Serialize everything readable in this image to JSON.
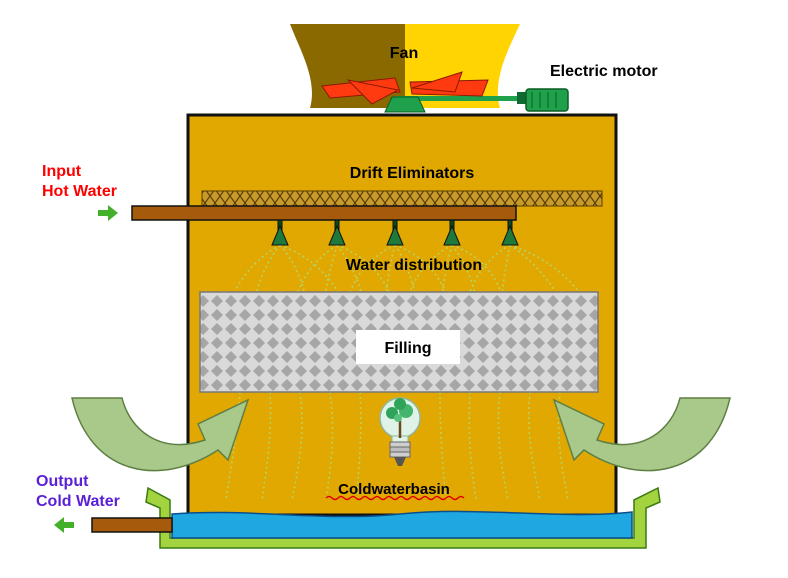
{
  "labels": {
    "fan": "Fan",
    "electric_motor": "Electric motor",
    "input_line1": "Input",
    "input_line2": "Hot Water",
    "drift_eliminators": "Drift Eliminators",
    "water_distribution": "Water distribution",
    "filling": "Filling",
    "output_line1": "Output",
    "output_line2": "Cold Water",
    "basin": "Coldwaterbasin"
  },
  "colors": {
    "tower_body": "#e0a800",
    "tower_outline": "#111111",
    "fan_left": "#8a6a00",
    "fan_right": "#ffd400",
    "fan_blades": "#ff3a10",
    "motor": "#1fa04a",
    "pipe": "#a65a0c",
    "drift_eliminator": "#c79a2b",
    "water_spray": "#b7d66a",
    "fill": "#bcbcbc",
    "basin_water": "#1ea7e0",
    "basin_frame": "#a3d43f",
    "air_arrow": "#a9c98a",
    "input_label": "#ff0000",
    "output_label": "#5a1fd6",
    "flow_arrow": "#43b02a",
    "spellcheck_underline": "#e00000"
  },
  "icons": [
    "lightbulb-tree-icon",
    "input-arrow-icon",
    "output-arrow-icon",
    "air-inflow-arrow-icon"
  ]
}
